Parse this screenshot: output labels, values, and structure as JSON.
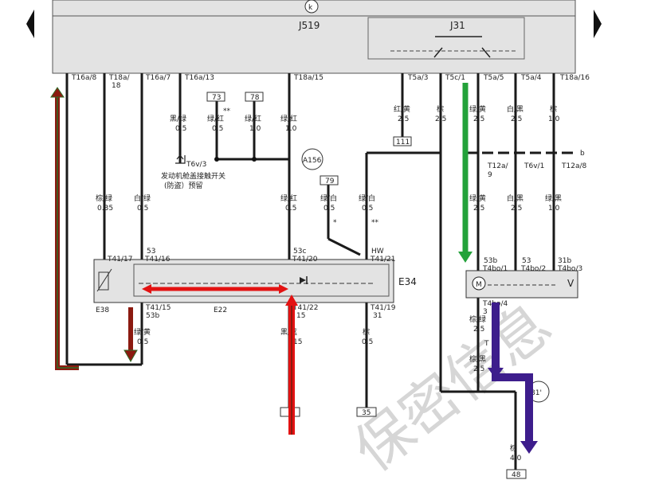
{
  "colors": {
    "panel": "#e3e3e3",
    "wire": "#1a1a1a",
    "arrow_dark_red": "#8b1a10",
    "arrow_dark_green": "#2e6b26",
    "arrow_red": "#e31212",
    "arrow_green": "#23a23a",
    "arrow_purple": "#3d1d8c",
    "watermark": "#d6d6d6"
  },
  "icons": {
    "prev": "triangle-left-icon",
    "next": "triangle-right-icon",
    "motor": "motor-icon",
    "ground": "ground-icon"
  },
  "top_marker": "k",
  "labels": {
    "j519": "J519",
    "j31": "J31",
    "e34": "E34",
    "e38": "E38",
    "e22": "E22",
    "v": "V",
    "hood_switch_line1": "发动机舱盖接触开关",
    "hood_switch_line2": "(防盗）预留",
    "t6v3": "T6v/3",
    "a156": "A156",
    "ref_81": "81'",
    "b": "b",
    "watermark": "保密信息"
  },
  "connectors_top": {
    "t16a8": "T16a/8",
    "t18a18a": "T18a/",
    "t18a18b": "18",
    "t16a7": "T16a/7",
    "t16a13": "T16a/13",
    "t18a15": "T18a/15",
    "t5a3": "T5a/3",
    "t5c1": "T5c/1",
    "t5a5": "T5a/5",
    "t5a4": "T5a/4",
    "t18a16": "T18a/16"
  },
  "connectors_mid": {
    "t12a9a": "T12a/",
    "t12a9b": "9",
    "t6v1": "T6v/1",
    "t12a8": "T12a/8",
    "n53": "53",
    "n53c": "53c",
    "hw": "HW",
    "t41_17": "T41/17",
    "t41_16": "T41/16",
    "t41_20": "T41/20",
    "t41_21": "T41/21",
    "t41_15": "T41/15",
    "n53b": "53b",
    "t41_22": "T41/22",
    "n15": "15",
    "t41_19": "T41/19",
    "n31": "31",
    "n53b_v": "53b",
    "n53_v": "53",
    "n31b": "31b",
    "t4bo1": "T4bo/1",
    "t4bo2": "T4bo/2",
    "t4bo3": "T4bo/3",
    "t4bo4": "T4bo/4",
    "t4bo4_pin": "3",
    "t2_pin": "T",
    "star": "*",
    "dstar": "**",
    "dstar2": "**"
  },
  "boxes": {
    "b73": "73",
    "b78": "78",
    "b111": "111",
    "b79": "79",
    "b35": "35",
    "b48": "48"
  },
  "wires": {
    "w_brown_green_top": "棕/绿",
    "w_brown_green_top_size": "0.35",
    "w_white_green_top": "白/绿",
    "w_white_green_top_size": "0.5",
    "w_black_green": "黑/绿",
    "w_black_green_size": "0.5",
    "w_green_red_73": "绿/红",
    "w_green_red_73_size": "0.5",
    "w_green_red_78": "绿/红",
    "w_green_red_78_size": "1.0",
    "w_green_red_j": "绿/红",
    "w_green_red_j_size": "1.0",
    "w_red_yellow": "红/黄",
    "w_red_yellow_size": "2.5",
    "w_brown_t5c": "棕",
    "w_brown_t5c_size": "2.5",
    "w_green_yellow_t5a5": "绿/黄",
    "w_green_yellow_t5a5_size": "2.5",
    "w_white_black_t5a4": "白/黑",
    "w_white_black_t5a4_size": "2.5",
    "w_brown_t18a16": "棕",
    "w_brown_t18a16_size": "1.0",
    "w_brown_green_low": "棕/绿",
    "w_brown_green_low_size": "0.35",
    "w_white_green_low": "白/绿",
    "w_white_green_low_size": "0.5",
    "w_green_red_low": "绿/红",
    "w_green_red_low_size": "0.5",
    "w_green_white_79": "绿/白",
    "w_green_white_79_size": "0.5",
    "w_green_white_hw": "绿/白",
    "w_green_white_hw_size": "0.5",
    "w_green_yellow_mid": "绿/黄",
    "w_green_yellow_mid_size": "2.5",
    "w_white_black_mid": "白/黑",
    "w_white_black_mid_size": "2.5",
    "w_green_black_mid": "绿/黑",
    "w_green_black_mid_size": "1.0",
    "w_green_yellow_e38": "绿/黄",
    "w_green_yellow_e38_size": "0.5",
    "w_black_blue": "黑/蓝",
    "w_black_blue_size": "15",
    "w_brown_31": "棕",
    "w_brown_31_size": "0.5",
    "w_brown_green_v": "棕/绿",
    "w_brown_green_v_size": "2.5",
    "w_brown_black_v": "棕/黑",
    "w_brown_black_v_size": "2.5",
    "w_brown_48": "棕",
    "w_brown_48_size": "4.0"
  }
}
